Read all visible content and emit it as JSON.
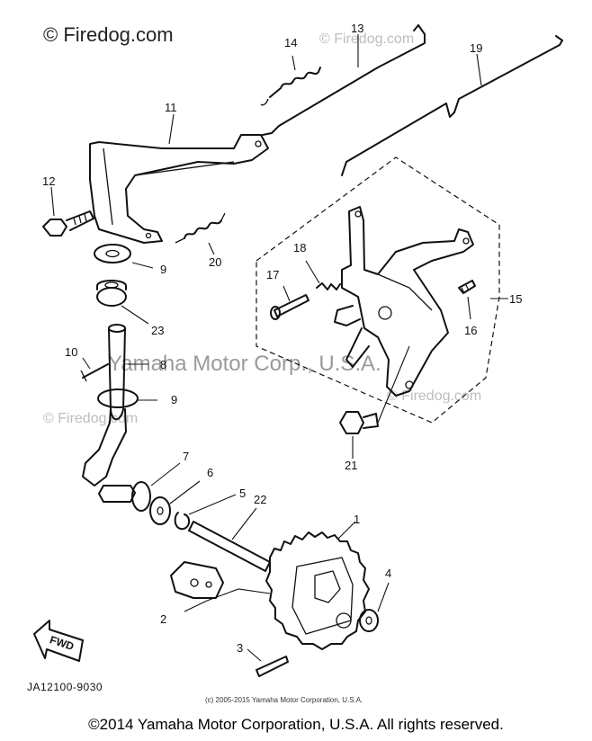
{
  "watermark": {
    "main": "© Firedog.com",
    "repeat": "© Firedog.com",
    "center": "Yamaha Motor Corp., U.S.A."
  },
  "callouts": [
    {
      "id": "c1",
      "text": "1"
    },
    {
      "id": "c2",
      "text": "2"
    },
    {
      "id": "c3",
      "text": "3"
    },
    {
      "id": "c4",
      "text": "4"
    },
    {
      "id": "c5",
      "text": "5"
    },
    {
      "id": "c6",
      "text": "6"
    },
    {
      "id": "c7",
      "text": "7"
    },
    {
      "id": "c8",
      "text": "8"
    },
    {
      "id": "c9a",
      "text": "9"
    },
    {
      "id": "c9b",
      "text": "9"
    },
    {
      "id": "c10",
      "text": "10"
    },
    {
      "id": "c11",
      "text": "11"
    },
    {
      "id": "c12",
      "text": "12"
    },
    {
      "id": "c13",
      "text": "13"
    },
    {
      "id": "c14",
      "text": "14"
    },
    {
      "id": "c15",
      "text": "15"
    },
    {
      "id": "c16",
      "text": "16"
    },
    {
      "id": "c17",
      "text": "17"
    },
    {
      "id": "c18",
      "text": "18"
    },
    {
      "id": "c19",
      "text": "19"
    },
    {
      "id": "c20",
      "text": "20"
    },
    {
      "id": "c21",
      "text": "21"
    },
    {
      "id": "c22",
      "text": "22"
    },
    {
      "id": "c23",
      "text": "23"
    }
  ],
  "fwd_arrow_label": "FWD",
  "drawing_code": "JA12100-9030",
  "credit_line": "(c) 2005-2015 Yamaha Motor Corporation, U.S.A.",
  "copyright": "©2014 Yamaha Motor Corporation, U.S.A. All rights reserved."
}
